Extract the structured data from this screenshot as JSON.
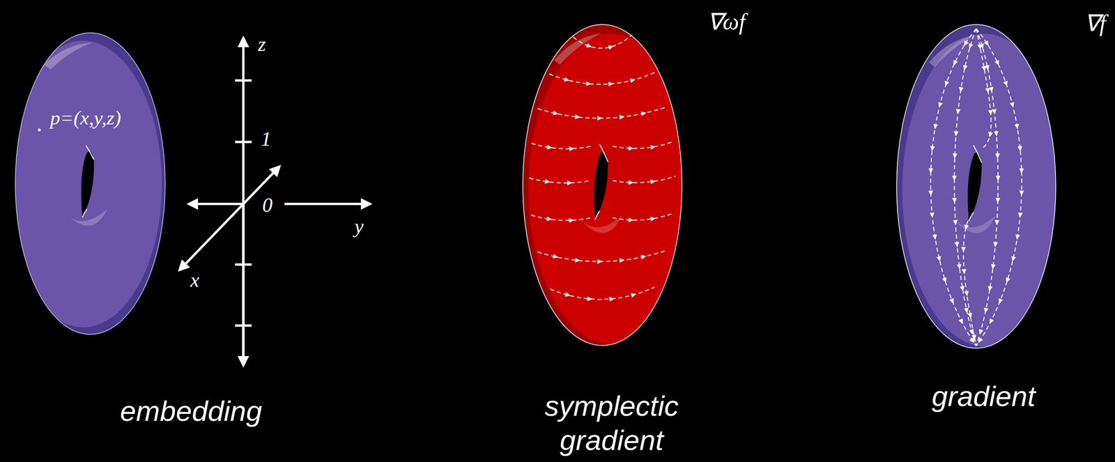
{
  "diagram": {
    "labels": [
      "p=(x,y,z)",
      "z",
      "1",
      "0",
      "y",
      "x",
      "embedding",
      "∇ωf",
      "symplectic gradient",
      "gradient",
      "∇f"
    ]
  }
}
